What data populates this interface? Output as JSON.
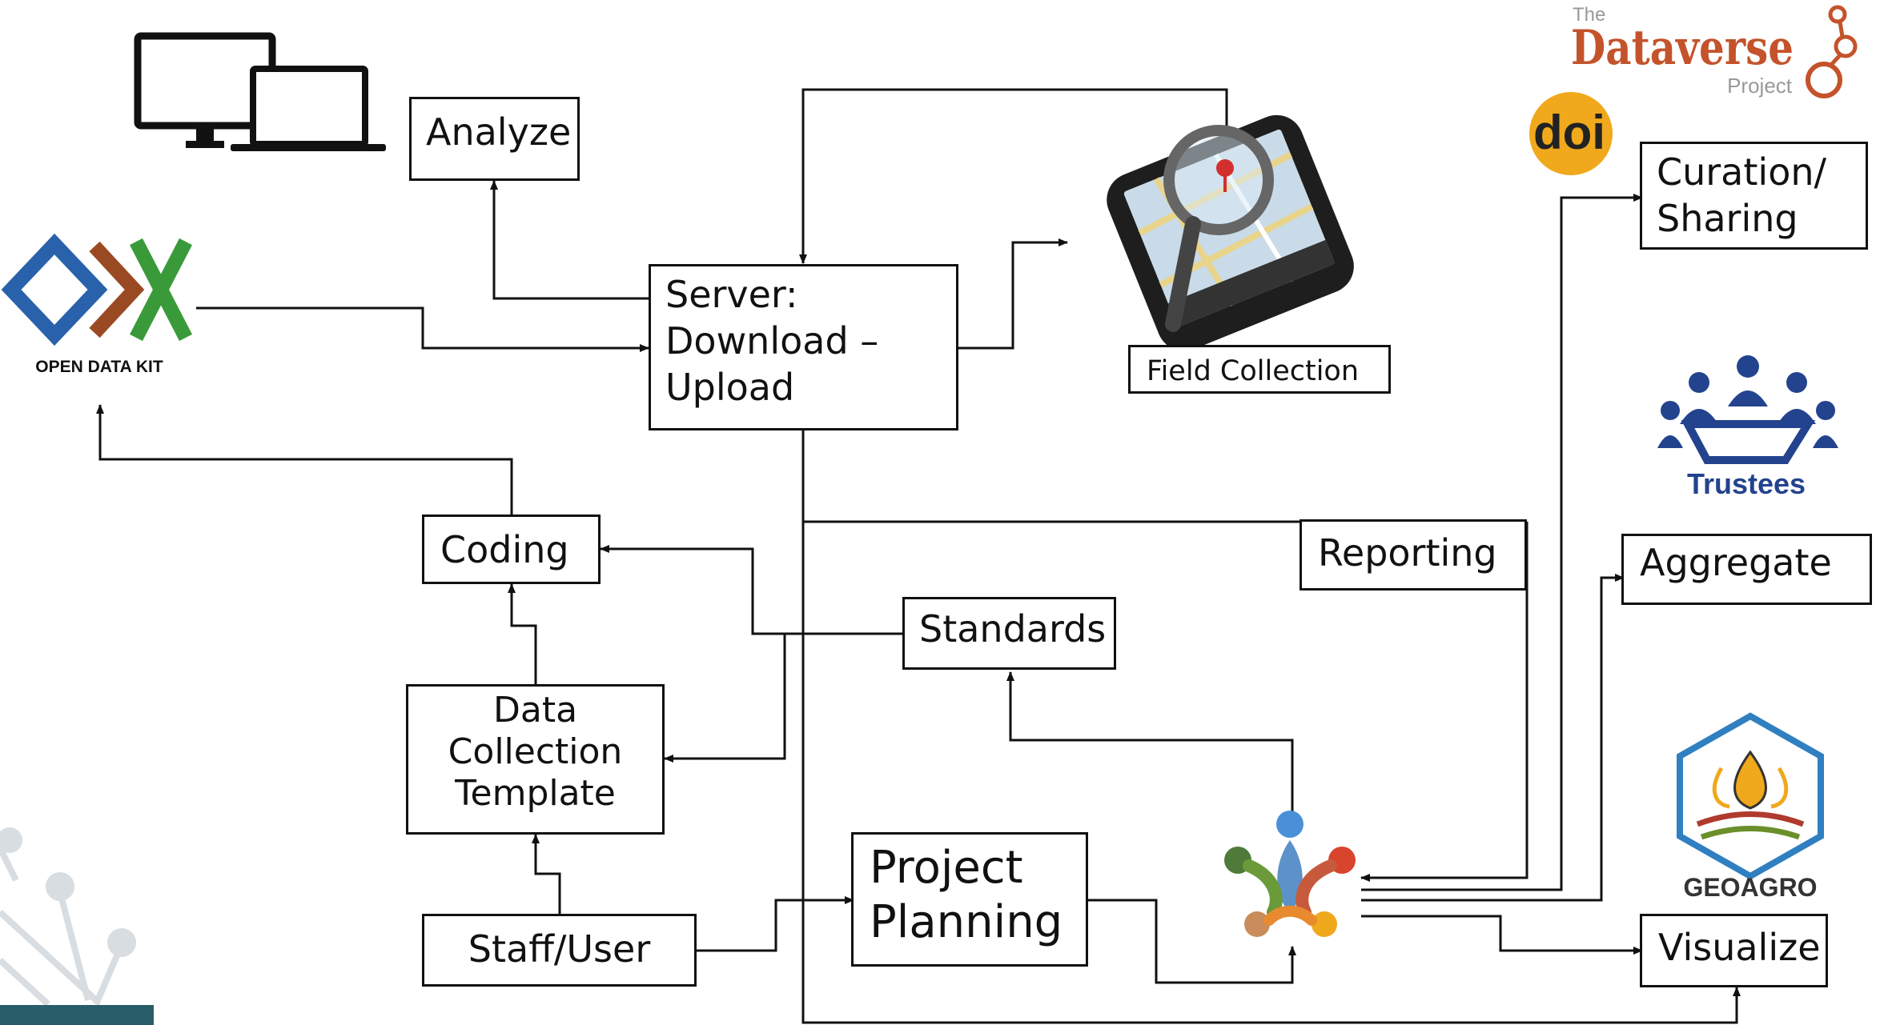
{
  "nodes": {
    "analyze": "Analyze",
    "server": "Server:\nDownload –\nUpload",
    "field_collection": "Field Collection",
    "curation": "Curation/\nSharing",
    "coding": "Coding",
    "reporting": "Reporting",
    "aggregate": "Aggregate",
    "standards": "Standards",
    "template": "Data\nCollection\nTemplate",
    "project_planning": "Project\nPlanning",
    "staff_user": "Staff/User",
    "visualize": "Visualize"
  },
  "logos": {
    "odk": "OPEN DATA KIT",
    "dataverse_the": "The",
    "dataverse_name": "Dataverse",
    "dataverse_project": "Project",
    "doi": "doi",
    "trustees": "Trustees",
    "geoagro": "GEOAGRO"
  },
  "colors": {
    "dataverse": "#c4532b",
    "doi": "#f0a81c",
    "trustees": "#23438e",
    "geoagro_hex": "#2f7fc1",
    "odk_blue": "#2962ab",
    "odk_brown": "#9a4a22",
    "odk_green": "#3a9a3a"
  }
}
